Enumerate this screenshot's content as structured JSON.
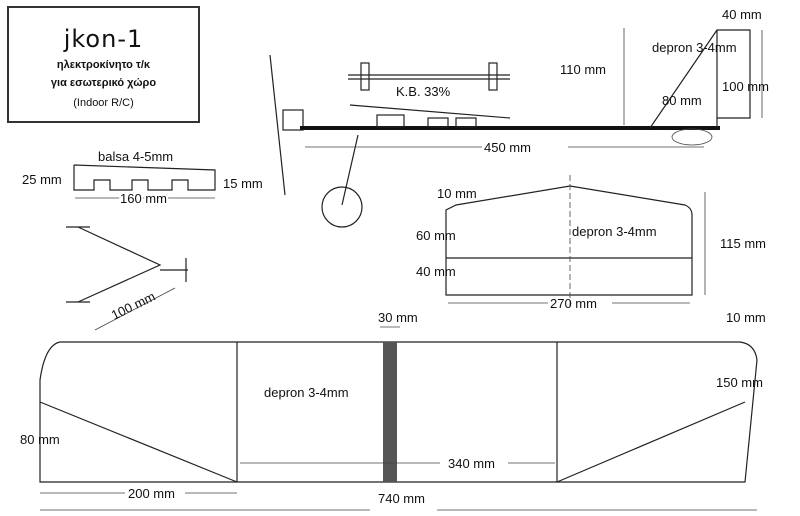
{
  "title_box": {
    "title": "jkon-1",
    "subtitle_1": "ηλεκτροκίνητο τ/κ",
    "subtitle_2": "για εσωτερικό χώρο",
    "subtitle_3": "(Indoor R/C)"
  },
  "side_view": {
    "cg_label": "K.B. 33%",
    "length_label": "450 mm"
  },
  "fin": {
    "top_label": "40 mm",
    "material": "depron 3-4mm",
    "height_label": "110 mm",
    "height2_label": "100 mm",
    "base_label": "80 mm"
  },
  "rib": {
    "material": "balsa 4-5mm",
    "left_label": "25 mm",
    "right_label": "15 mm",
    "length_label": "160 mm"
  },
  "gear": {
    "length_label": "100 mm"
  },
  "stab": {
    "top_label": "10 mm",
    "front_label": "60 mm",
    "rear_label": "40 mm",
    "material": "depron 3-4mm",
    "height_label": "115 mm",
    "span_label": "270 mm"
  },
  "wing": {
    "center_label": "30 mm",
    "tip_top_label": "10 mm",
    "material": "depron 3-4mm",
    "tip_label": "150 mm",
    "root_height_label": "80 mm",
    "center_span_label": "340 mm",
    "panel_label": "200 mm",
    "span_label": "740 mm"
  }
}
